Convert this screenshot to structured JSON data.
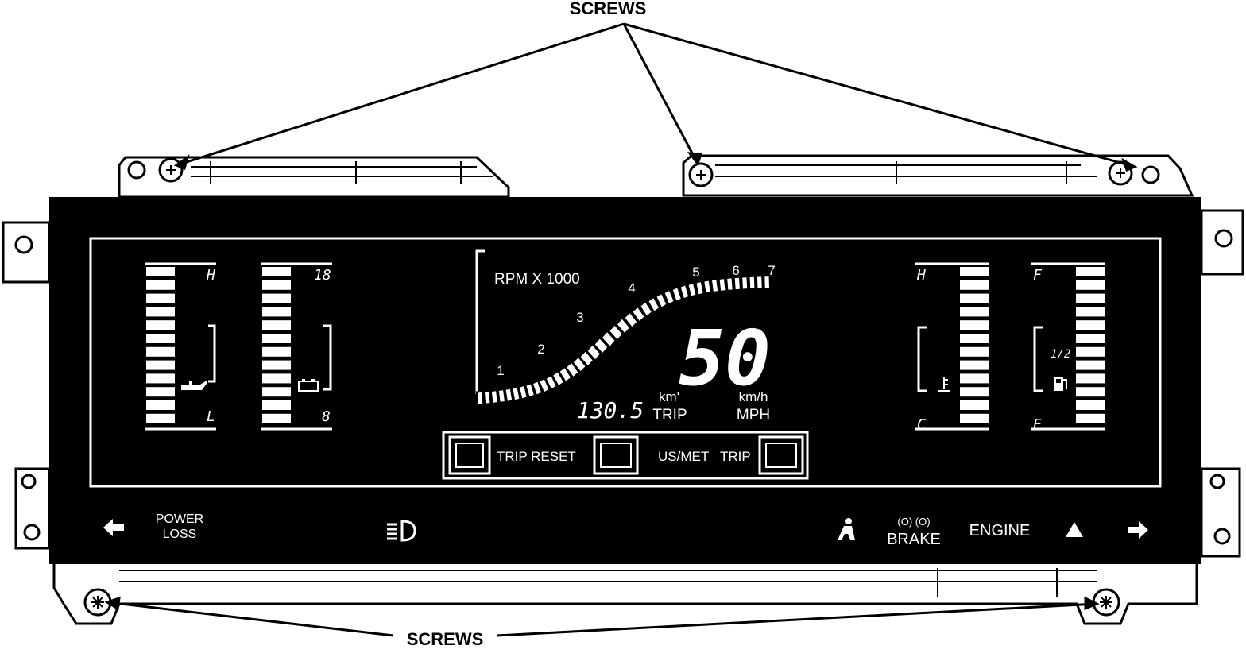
{
  "callouts": {
    "top": "SCREWS",
    "bottom": "SCREWS"
  },
  "tachometer": {
    "label": "RPM X 1000",
    "ticks": [
      "1",
      "2",
      "3",
      "4",
      "5",
      "6",
      "7"
    ]
  },
  "speed": {
    "value": "50",
    "unit_top": "km/h",
    "unit_bottom": "MPH"
  },
  "trip": {
    "odometer": "130.5",
    "unit_top": "km'",
    "unit_bottom": "TRIP"
  },
  "gauges": {
    "oil": {
      "top": "H",
      "bottom": "L",
      "icon": "oil-can-icon"
    },
    "volts": {
      "top": "18",
      "bottom": "8",
      "icon": "battery-icon"
    },
    "temp": {
      "top": "H",
      "bottom": "C",
      "icon": "thermometer-icon"
    },
    "fuel": {
      "top": "F",
      "mid": "1/2",
      "bottom": "E",
      "icon": "fuel-pump-icon"
    }
  },
  "buttons": [
    {
      "label": "TRIP RESET"
    },
    {
      "label": "US/MET"
    },
    {
      "label": "TRIP"
    }
  ],
  "warning_lights": {
    "left_turn": "left-arrow-icon",
    "power_loss": [
      "POWER",
      "LOSS"
    ],
    "high_beam": "high-beam-icon",
    "seat_belt": "seat-belt-icon",
    "brake_icons": "(O) (O)",
    "brake": "BRAKE",
    "engine": "ENGINE",
    "hazard": "triangle-icon",
    "right_turn": "right-arrow-icon"
  }
}
